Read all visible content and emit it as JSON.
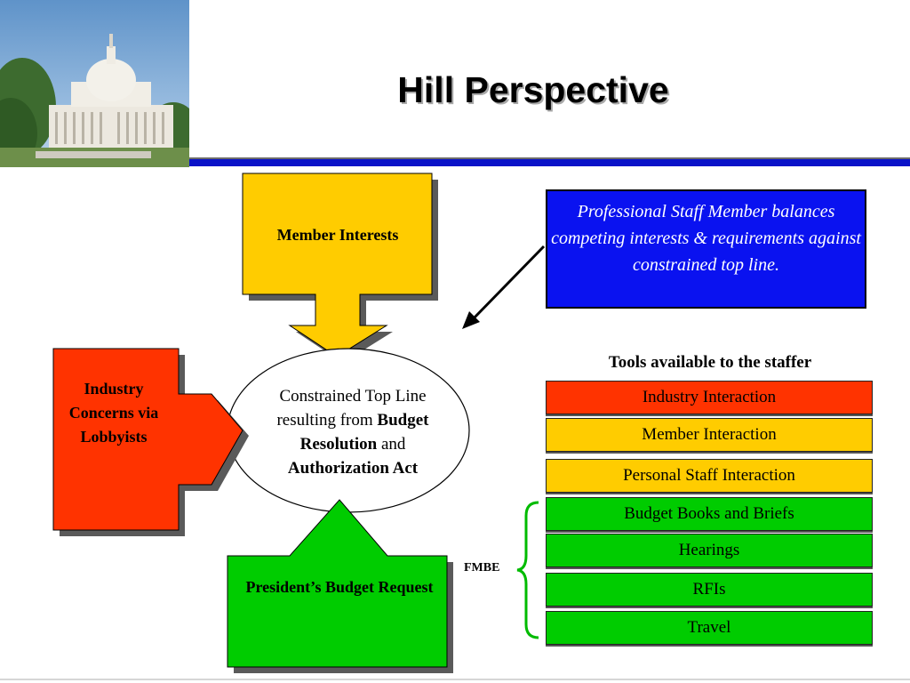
{
  "header": {
    "title": "Hill Perspective"
  },
  "diagram": {
    "member_interests": "Member Interests",
    "industry_concerns": "Industry Concerns via Lobbyists",
    "presidents_budget": "President’s Budget Request",
    "center_text": {
      "line1": "Constrained Top Line",
      "line2a": "resulting from",
      "line2b": "Budget",
      "line3a": "Resolution",
      "line3b": "and",
      "line4": "Authorization Act"
    },
    "staff_note": "Professional Staff Member balances competing interests & requirements against constrained top line."
  },
  "tools": {
    "title": "Tools available to the staffer",
    "items": [
      {
        "label": "Industry Interaction",
        "color": "#ff3300"
      },
      {
        "label": "Member Interaction",
        "color": "#ffcc00"
      },
      {
        "label": "Personal Staff Interaction",
        "color": "#ffcc00"
      },
      {
        "label": "Budget Books and Briefs",
        "color": "#00cc00"
      },
      {
        "label": "Hearings",
        "color": "#00cc00"
      },
      {
        "label": "RFIs",
        "color": "#00cc00"
      },
      {
        "label": "Travel",
        "color": "#00cc00"
      }
    ],
    "fmbe_label": "FMBE"
  },
  "colors": {
    "yellow": "#ffcc00",
    "red": "#ff3300",
    "green": "#00cc00",
    "blue": "#0a12f0"
  }
}
